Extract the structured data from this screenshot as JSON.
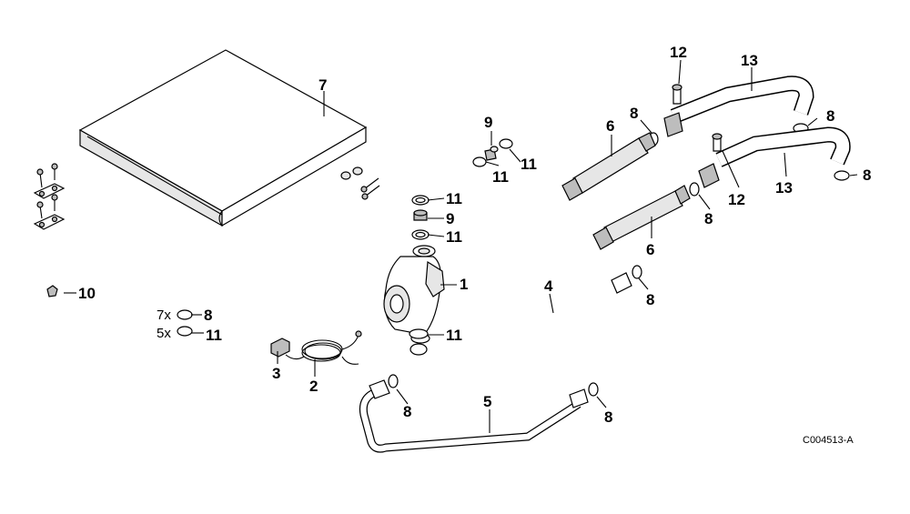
{
  "diagram": {
    "reference_code": "C004513-A",
    "callouts": [
      {
        "id": "lbl-1",
        "text": "1"
      },
      {
        "id": "lbl-2",
        "text": "2"
      },
      {
        "id": "lbl-3",
        "text": "3"
      },
      {
        "id": "lbl-4",
        "text": "4"
      },
      {
        "id": "lbl-5",
        "text": "5"
      },
      {
        "id": "lbl-6a",
        "text": "6"
      },
      {
        "id": "lbl-6b",
        "text": "6"
      },
      {
        "id": "lbl-7",
        "text": "7"
      },
      {
        "id": "lbl-8a",
        "text": "8"
      },
      {
        "id": "lbl-8b",
        "text": "8"
      },
      {
        "id": "lbl-8c",
        "text": "8"
      },
      {
        "id": "lbl-8d",
        "text": "8"
      },
      {
        "id": "lbl-8e",
        "text": "8"
      },
      {
        "id": "lbl-8f",
        "text": "8"
      },
      {
        "id": "lbl-8g",
        "text": "8"
      },
      {
        "id": "lbl-9a",
        "text": "9"
      },
      {
        "id": "lbl-9b",
        "text": "9"
      },
      {
        "id": "lbl-10",
        "text": "10"
      },
      {
        "id": "lbl-11a",
        "text": "11"
      },
      {
        "id": "lbl-11b",
        "text": "11"
      },
      {
        "id": "lbl-11c",
        "text": "11"
      },
      {
        "id": "lbl-11d",
        "text": "11"
      },
      {
        "id": "lbl-11e",
        "text": "11"
      },
      {
        "id": "lbl-12a",
        "text": "12"
      },
      {
        "id": "lbl-12b",
        "text": "12"
      },
      {
        "id": "lbl-13a",
        "text": "13"
      },
      {
        "id": "lbl-13b",
        "text": "13"
      }
    ],
    "kit_legend": [
      {
        "quantity": "7x",
        "part": "8"
      },
      {
        "quantity": "5x",
        "part": "11"
      }
    ]
  }
}
